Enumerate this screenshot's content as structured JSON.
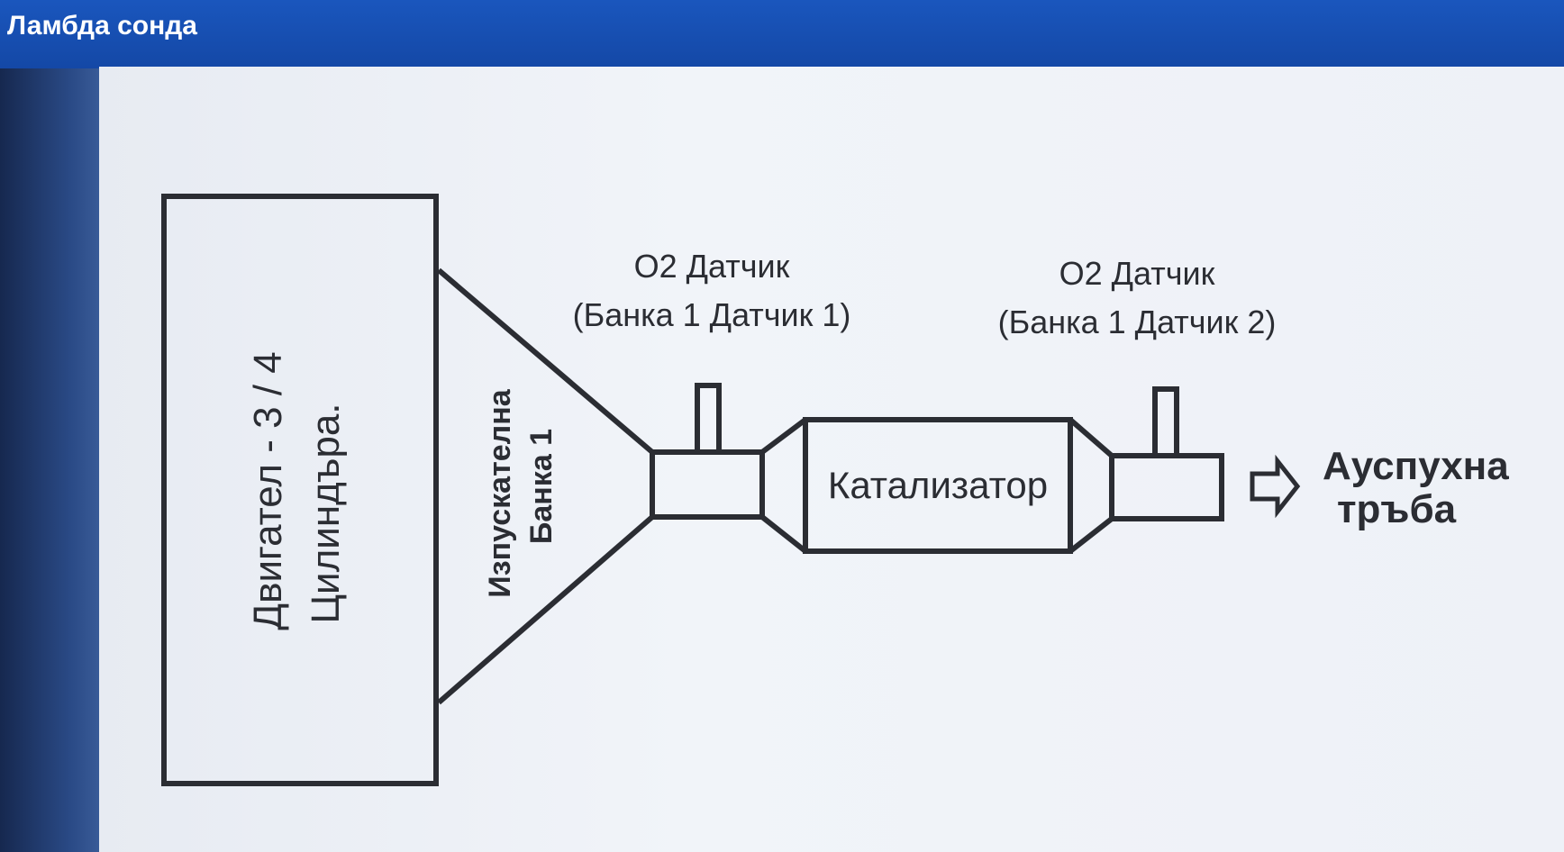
{
  "window": {
    "title": "Ламбда сонда"
  },
  "diagram": {
    "engine_line1": "Двигател - 3 / 4",
    "engine_line2": "Цилиндъра.",
    "manifold_line1": "Изпускателна",
    "manifold_line2": "Банка 1",
    "sensor1_line1": "O2 Датчик",
    "sensor1_line2": "(Банка 1 Датчик 1)",
    "sensor2_line1": "O2 Датчик",
    "sensor2_line2": "(Банка 1 Датчик 2)",
    "catalyst": "Катализатор",
    "tailpipe_line1": "Ауспухна",
    "tailpipe_line2": "тръба"
  },
  "colors": {
    "titlebar": "#1a56bd",
    "stroke": "#2b2d33",
    "background": "#eef1f7"
  }
}
